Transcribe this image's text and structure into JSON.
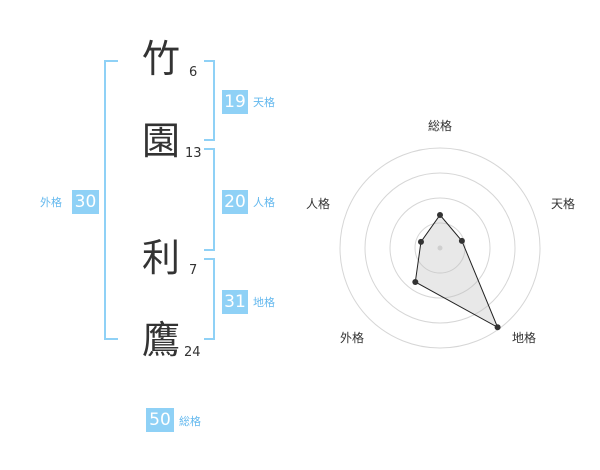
{
  "characters": [
    {
      "char": "竹",
      "strokes": "6"
    },
    {
      "char": "園",
      "strokes": "13"
    },
    {
      "char": "利",
      "strokes": "7"
    },
    {
      "char": "鷹",
      "strokes": "24"
    }
  ],
  "fortunes": {
    "tenkaku": {
      "value": "19",
      "label": "天格"
    },
    "jinkaku": {
      "value": "20",
      "label": "人格"
    },
    "chikaku": {
      "value": "31",
      "label": "地格"
    },
    "gaikaku": {
      "value": "30",
      "label": "外格"
    },
    "soukaku": {
      "value": "50",
      "label": "総格"
    }
  },
  "colors": {
    "accent": "#8fd1f6",
    "label_text": "#63b8ee",
    "text": "#333333"
  },
  "chart_data": {
    "type": "radar",
    "axes": [
      "総格",
      "天格",
      "地格",
      "外格",
      "人格"
    ],
    "values": [
      0.33,
      0.23,
      0.98,
      0.42,
      0.2
    ],
    "rmax": 1,
    "rings": 4,
    "grid": true
  }
}
